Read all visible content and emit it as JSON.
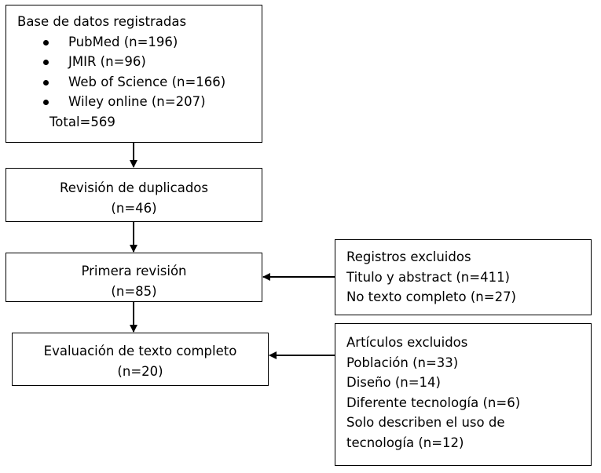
{
  "databases_box": {
    "title": "Base de datos registradas",
    "items": [
      "PubMed (n=196)",
      "JMIR (n=96)",
      "Web of Science (n=166)",
      "Wiley online (n=207)"
    ],
    "total": "Total=569"
  },
  "duplicates_box": {
    "title": "Revisión de duplicados",
    "count": "(n=46)"
  },
  "first_review_box": {
    "title": "Primera revisión",
    "count": "(n=85)"
  },
  "full_text_box": {
    "title": "Evaluación de texto completo",
    "count": "(n=20)"
  },
  "excluded_records_box": {
    "lines": [
      "Registros excluidos",
      "Titulo y abstract (n=411)",
      "No texto completo (n=27)"
    ]
  },
  "excluded_articles_box": {
    "lines": [
      "Artículos excluidos",
      "Población (n=33)",
      "Diseño (n=14)",
      "Diferente tecnología (n=6)",
      "Solo describen el uso de",
      "tecnología (n=12)"
    ]
  }
}
